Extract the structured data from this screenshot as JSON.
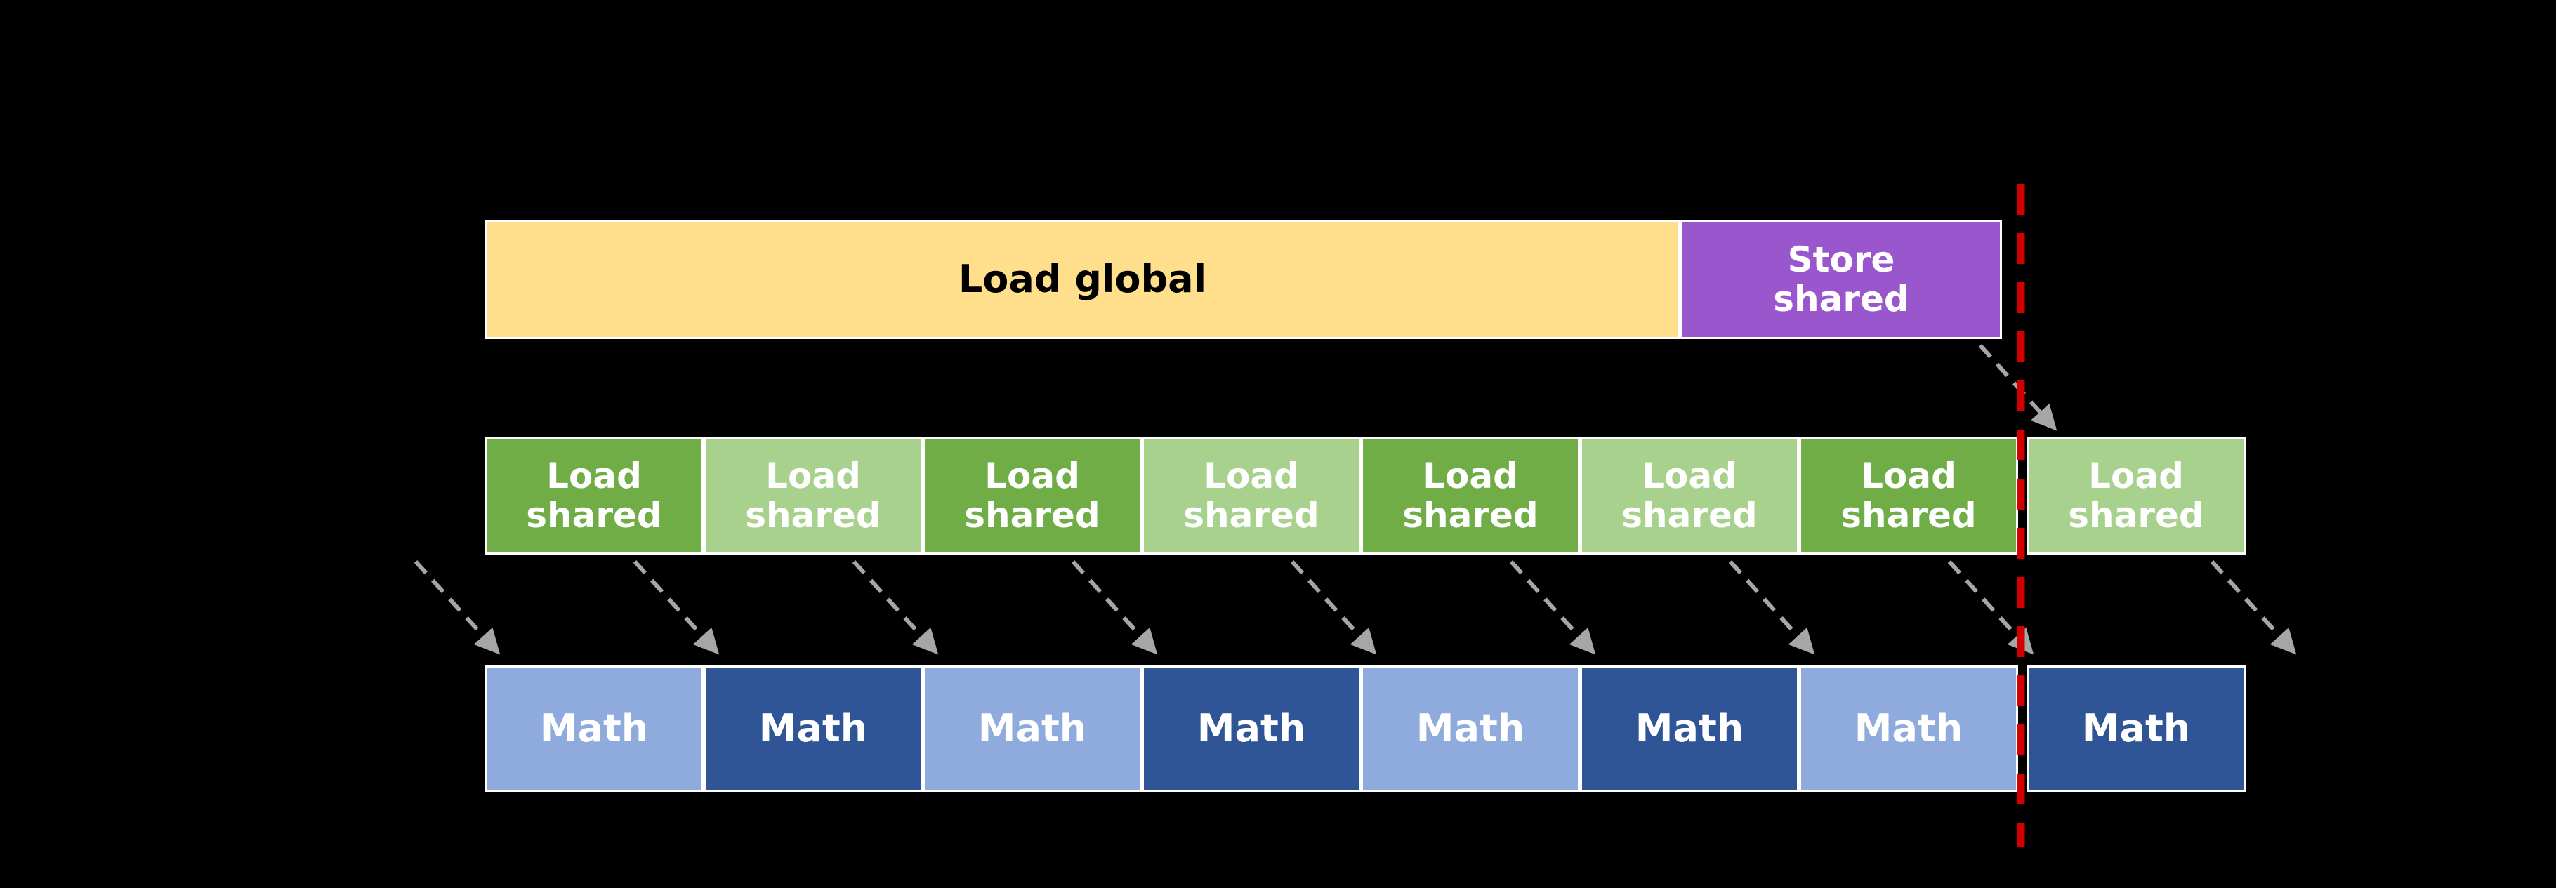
{
  "diagram": {
    "background": "#000000",
    "colors": {
      "load_global_fill": "#FFDF8C",
      "store_shared_fill": "#9A57CD",
      "load_shared_dark": "#70AD47",
      "load_shared_light": "#A9D18E",
      "math_light": "#8FAADC",
      "math_dark": "#2F5597",
      "arrow": "#A6A6A6",
      "sync_line": "#D40000",
      "box_border": "#FFFFFF",
      "load_global_text": "#000000",
      "box_text": "#FFFFFF"
    },
    "copy_row": {
      "load_global_label": "Load global",
      "store_shared_line1": "Store",
      "store_shared_line2": "shared"
    },
    "load_shared_row": {
      "line1": "Load",
      "line2": "shared",
      "box_fills": [
        "#70AD47",
        "#A9D18E",
        "#70AD47",
        "#A9D18E",
        "#70AD47",
        "#A9D18E",
        "#70AD47",
        "#A9D18E"
      ]
    },
    "math_row": {
      "label": "Math",
      "box_fills": [
        "#8FAADC",
        "#2F5597",
        "#8FAADC",
        "#2F5597",
        "#8FAADC",
        "#2F5597",
        "#8FAADC",
        "#2F5597"
      ]
    },
    "sync_line_style": "dashed",
    "arrow_style": "dashed"
  }
}
